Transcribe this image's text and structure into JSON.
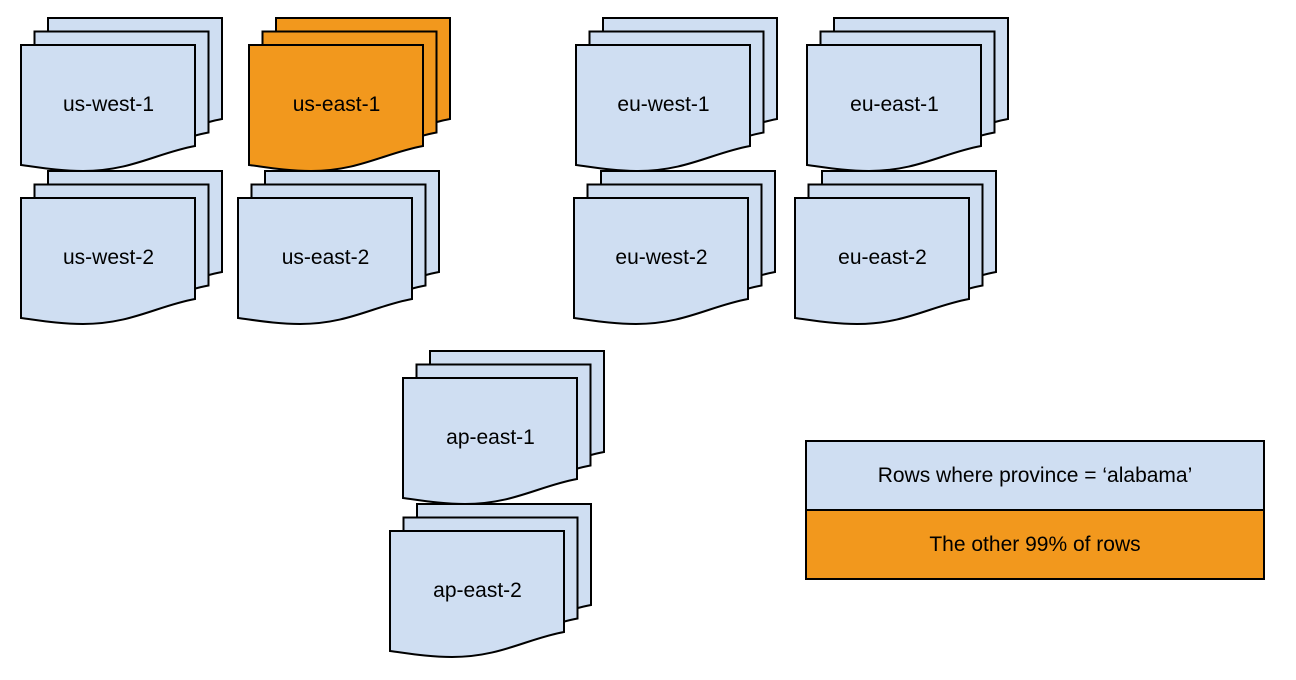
{
  "diagram": {
    "title": "",
    "regions": [
      {
        "label": "us-west-1",
        "highlighted": false
      },
      {
        "label": "us-east-1",
        "highlighted": true
      },
      {
        "label": "eu-west-1",
        "highlighted": false
      },
      {
        "label": "eu-east-1",
        "highlighted": false
      },
      {
        "label": "us-west-2",
        "highlighted": false
      },
      {
        "label": "us-east-2",
        "highlighted": false
      },
      {
        "label": "eu-west-2",
        "highlighted": false
      },
      {
        "label": "eu-east-2",
        "highlighted": false
      },
      {
        "label": "ap-east-1",
        "highlighted": false
      },
      {
        "label": "ap-east-2",
        "highlighted": false
      }
    ],
    "legend": {
      "items": [
        {
          "label": "Rows where province = ‘alabama’",
          "color": "#cfdef2"
        },
        {
          "label": "The other 99% of rows",
          "color": "#f2981d"
        }
      ]
    },
    "colors": {
      "region-fill": "#cfdef2",
      "highlight-fill": "#f2981d",
      "stroke": "#000000",
      "background": "#ffffff"
    }
  }
}
